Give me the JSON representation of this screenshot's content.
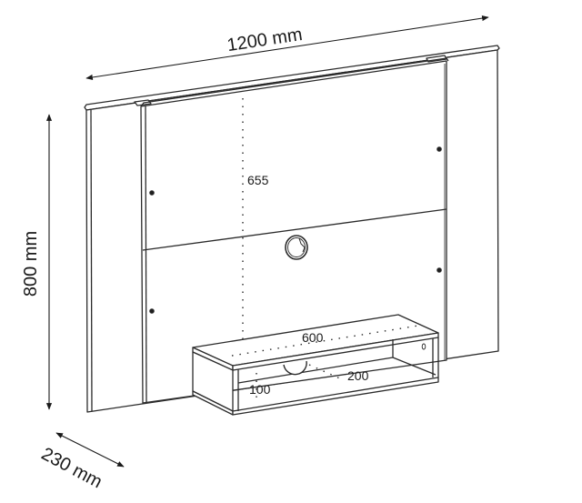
{
  "diagram": {
    "subject": "Wall-mounted TV panel with floating shelf",
    "dimensions": {
      "width_label": "1200 mm",
      "height_label": "800 mm",
      "depth_label": "230 mm"
    },
    "inner_labels": {
      "panel_height": "655",
      "shelf_width": "600",
      "shelf_depth": "200",
      "shelf_height": "100"
    },
    "colors": {
      "line": "#2b2b2b",
      "background": "#ffffff"
    }
  }
}
